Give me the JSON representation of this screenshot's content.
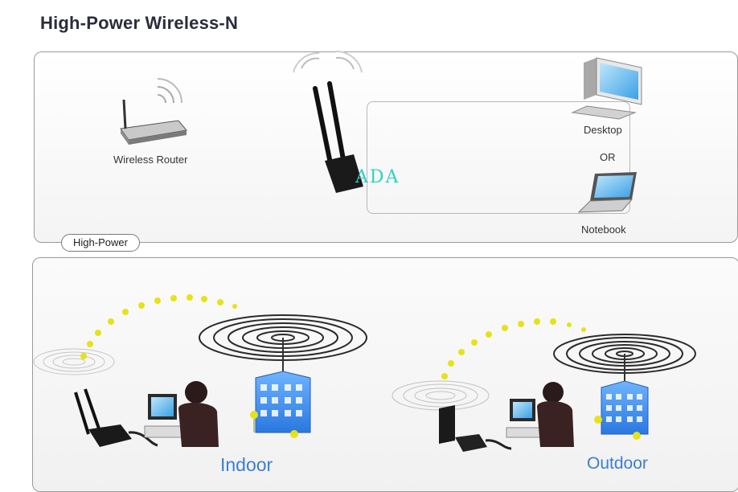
{
  "title": "High-Power Wireless-N",
  "top_panel": {
    "router_label": "Wireless Router",
    "desktop_label": "Desktop",
    "or_label": "OR",
    "notebook_label": "Notebook",
    "tab_label": "High-Power",
    "watermark": "ADA"
  },
  "bottom_panel": {
    "indoor_label": "Indoor",
    "outdoor_label": "Outdoor"
  },
  "colors": {
    "accent_blue": "#3a7ed6",
    "signal_yellow": "#e6e21a",
    "building_blue": "#3d8ef0",
    "watermark": "#2fd0c4"
  },
  "icons": [
    "router-icon",
    "usb-adapter-icon",
    "desktop-icon",
    "notebook-icon",
    "user-icon",
    "building-icon",
    "signal-waves-icon"
  ]
}
